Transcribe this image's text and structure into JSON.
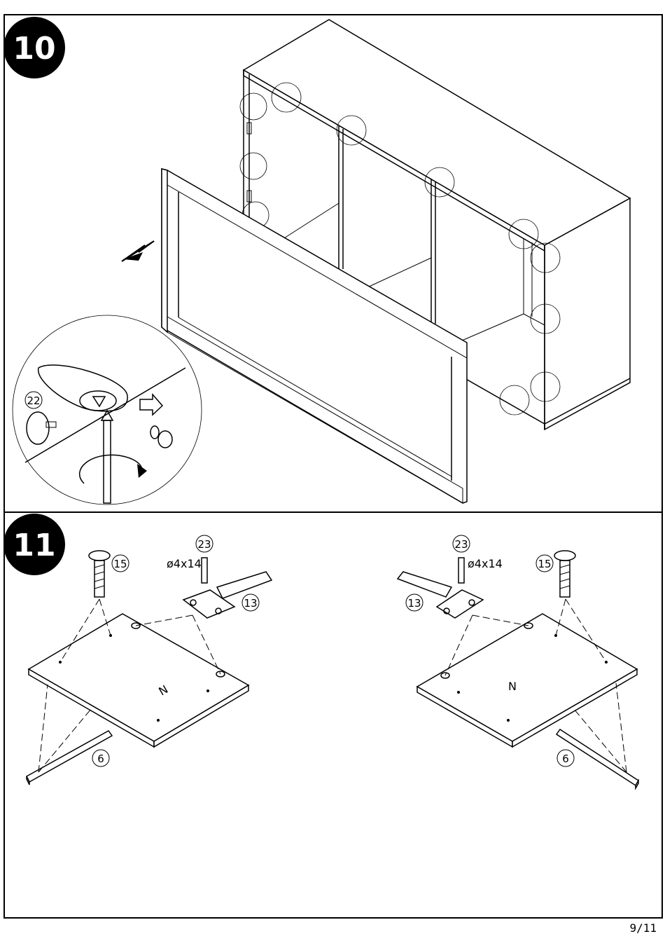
{
  "steps": [
    {
      "number": "10",
      "parts": {
        "cam_lock": "22"
      }
    },
    {
      "number": "11",
      "parts": {
        "screw": "15",
        "small_screw": "23",
        "small_screw_size": "ø4x14",
        "hinge": "13",
        "rail": "6"
      },
      "panel_letter": "N"
    }
  ],
  "page_number": "9/11",
  "icons": [
    "arrow-icon",
    "screwdriver-icon",
    "rotate-icon",
    "cam-lock-icon"
  ]
}
